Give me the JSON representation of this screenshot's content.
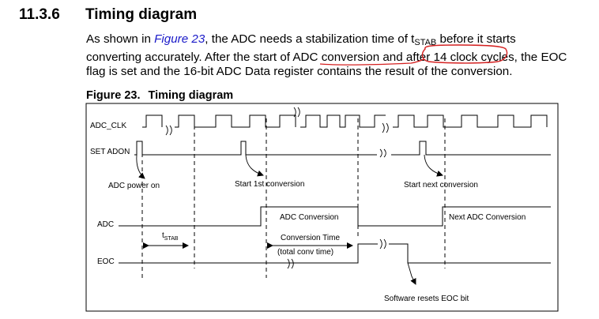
{
  "section": {
    "number": "11.3.6",
    "title": "Timing diagram"
  },
  "paragraph": {
    "line1_before_link": "As shown in ",
    "figure_link": "Figure 23",
    "line1_after_link": ", the ADC needs a stabilization time of t",
    "line1_subscript": "STAB",
    "line1_end": " before it starts",
    "line2_before_highlight": "converting accurately. After the start of ADC conversion and after ",
    "line2_highlight": "14 clock cycles",
    "line2_end": ", the EOC",
    "line3": "flag is set and the 16-bit ADC Data register contains the result of the conversion."
  },
  "figure": {
    "number": "Figure 23.",
    "title": "Timing diagram"
  },
  "diagram": {
    "signals": {
      "adc_clk": "ADC_CLK",
      "set_adon": "SET ADON",
      "adc": "ADC",
      "eoc": "EOC"
    },
    "annotations": {
      "adc_power_on": "ADC power on",
      "start_first_conversion": "Start 1st conversion",
      "start_next_conversion": "Start next conversion",
      "adc_conversion": "ADC Conversion",
      "next_adc_conversion": "Next ADC Conversion",
      "t_stab_main": "t",
      "t_stab_sub": "STAB",
      "conversion_time": "Conversion Time",
      "total_conv_time": "(total conv time)",
      "software_resets_eoc": "Software resets EOC bit"
    },
    "colors": {
      "link": "#1a1ac8",
      "highlight_ellipse": "#d42020",
      "line": "#000000"
    }
  }
}
